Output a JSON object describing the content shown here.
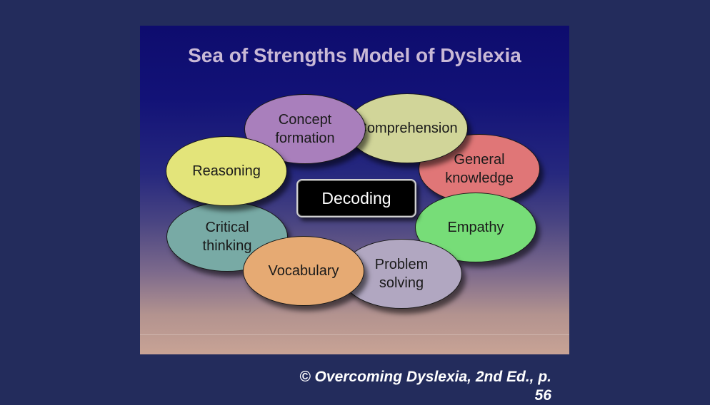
{
  "slide": {
    "title": "Sea of Strengths Model of Dyslexia",
    "center": {
      "label": "Decoding",
      "color": "#000000"
    },
    "strengths": [
      {
        "key": "concept-formation",
        "label": "Concept\nformation",
        "color": "#a97fbc"
      },
      {
        "key": "comprehension",
        "label": "Comprehension",
        "color": "#d1d599"
      },
      {
        "key": "general-knowledge",
        "label": "General\nknowledge",
        "color": "#e07677"
      },
      {
        "key": "reasoning",
        "label": "Reasoning",
        "color": "#e3e47a"
      },
      {
        "key": "empathy",
        "label": "Empathy",
        "color": "#77dd78"
      },
      {
        "key": "critical-thinking",
        "label": "Critical\nthinking",
        "color": "#78aaa5"
      },
      {
        "key": "problem-solving",
        "label": "Problem\nsolving",
        "color": "#b1a7c1"
      },
      {
        "key": "vocabulary",
        "label": "Vocabulary",
        "color": "#e6aa73"
      }
    ]
  },
  "caption": "© Overcoming Dyslexia, 2nd Ed., p. 56"
}
